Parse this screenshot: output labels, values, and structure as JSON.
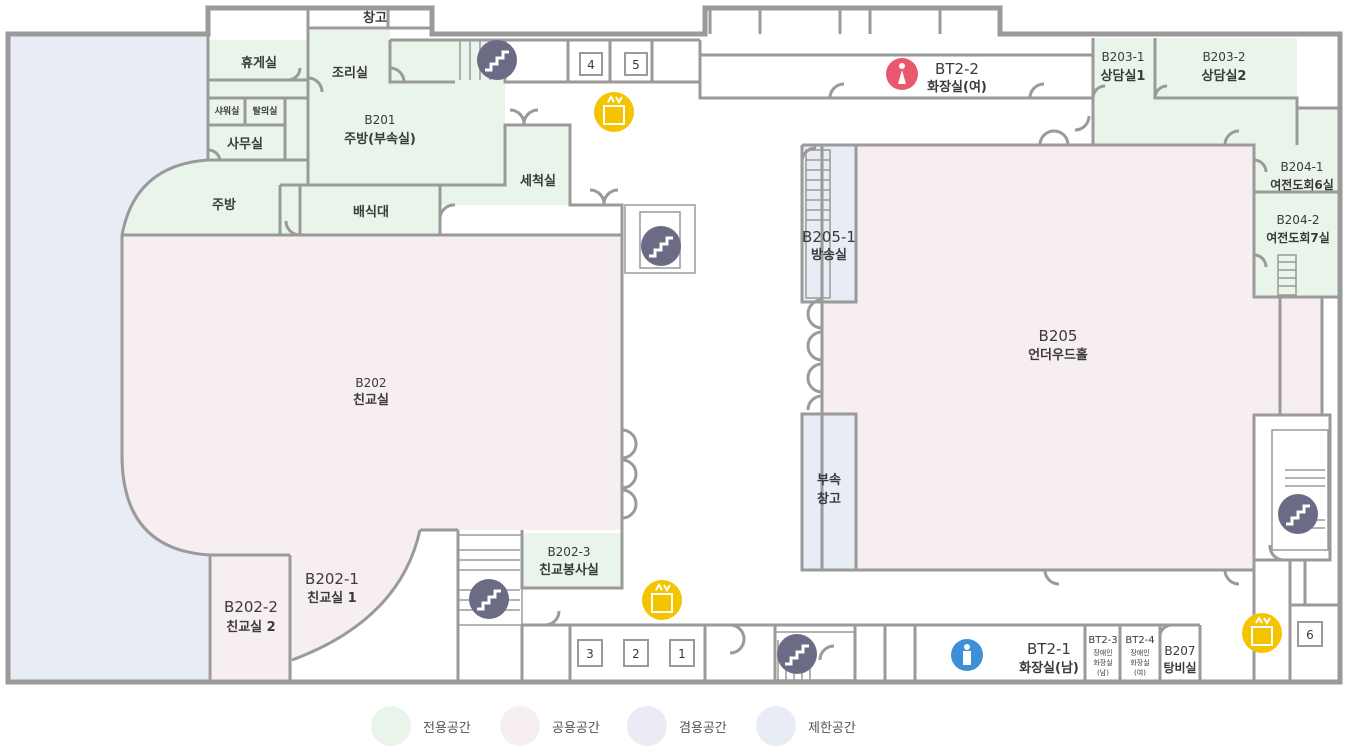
{
  "colors": {
    "wall": "#9a9a9a",
    "exclusive": "#e9f5ea",
    "public": "#f7eef2",
    "shared": "#eceaf4",
    "restricted": "#e8ecf4",
    "stairs_icon": "#6b6b85",
    "elevator_icon": "#f5c400",
    "female_icon": "#e8586e",
    "male_icon": "#3d8fd8"
  },
  "rooms": {
    "storage_top": "창고",
    "lounge": "휴게실",
    "shower": "샤워실",
    "locker": "탈의실",
    "office": "사무실",
    "cooking": "조리실",
    "b201_code": "B201",
    "b201_name": "주방(부속실)",
    "kitchen": "주방",
    "serving": "배식대",
    "washing": "세척실",
    "b202_code": "B202",
    "b202_name": "친교실",
    "b202_1_code": "B202-1",
    "b202_1_name": "친교실 1",
    "b202_2_code": "B202-2",
    "b202_2_name": "친교실 2",
    "b202_3_code": "B202-3",
    "b202_3_name": "친교봉사실",
    "bt2_2_code": "BT2-2",
    "bt2_2_name": "화장실(여)",
    "b203_1_code": "B203-1",
    "b203_1_name": "상담실1",
    "b203_2_code": "B203-2",
    "b203_2_name": "상담실2",
    "b204_1_code": "B204-1",
    "b204_1_name": "여전도회6실",
    "b204_2_code": "B204-2",
    "b204_2_name": "여전도회7실",
    "b205_1_code": "B205-1",
    "b205_1_name": "방송실",
    "b205_code": "B205",
    "b205_name": "언더우드홀",
    "annex_storage_1": "부속",
    "annex_storage_2": "창고",
    "bt2_1_code": "BT2-1",
    "bt2_1_name": "화장실(남)",
    "bt2_3_code": "BT2-3",
    "bt2_3_l1": "장애인",
    "bt2_3_l2": "화장실",
    "bt2_3_l3": "(남)",
    "bt2_4_code": "BT2-4",
    "bt2_4_l1": "장애인",
    "bt2_4_l2": "화장실",
    "bt2_4_l3": "(여)",
    "b207_code": "B207",
    "b207_name": "탕비실"
  },
  "doors_numbered": {
    "n4": "4",
    "n5": "5",
    "n3": "3",
    "n2": "2",
    "n1": "1",
    "n6": "6"
  },
  "icons": {
    "stairs": "stairs-icon",
    "elevator": "elevator-icon",
    "female_restroom": "female-restroom-icon",
    "male_restroom": "male-restroom-icon"
  },
  "legend": [
    {
      "label": "전용공간",
      "color": "#e9f5ea"
    },
    {
      "label": "공용공간",
      "color": "#f7eef2"
    },
    {
      "label": "겸용공간",
      "color": "#eceaf4"
    },
    {
      "label": "제한공간",
      "color": "#e8ecf4"
    }
  ]
}
